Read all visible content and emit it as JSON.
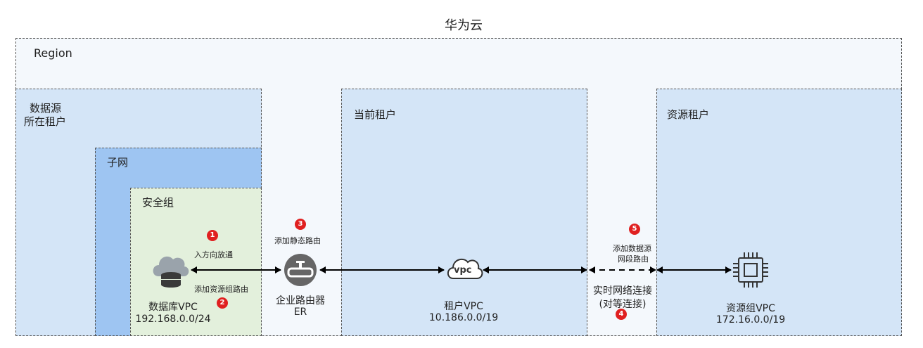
{
  "title": "华为云",
  "region": {
    "label": "Region"
  },
  "datasource_tenant": {
    "label_line1": "数据源",
    "label_line2": "所在租户"
  },
  "subnet": {
    "label": "子网"
  },
  "security_group": {
    "label": "安全组"
  },
  "current_tenant": {
    "label": "当前租户"
  },
  "resource_tenant": {
    "label": "资源租户"
  },
  "db_vpc": {
    "name": "数据库VPC",
    "cidr": "192.168.0.0/24"
  },
  "router": {
    "name": "企业路由器",
    "abbr": "ER"
  },
  "tenant_vpc": {
    "icon_text": "vpc",
    "name": "租户VPC",
    "cidr": "10.186.0.0/19"
  },
  "resource_vpc": {
    "name": "资源组VPC",
    "cidr": "172.16.0.0/19"
  },
  "peering": {
    "line1": "实时网络连接",
    "line2": "(对等连接)"
  },
  "steps": [
    {
      "num": "1",
      "text": "入方向放通"
    },
    {
      "num": "2",
      "text": "添加资源组路由"
    },
    {
      "num": "3",
      "text": "添加静态路由"
    },
    {
      "num": "4",
      "text": ""
    },
    {
      "num": "5",
      "text_line1": "添加数据源",
      "text_line2": "网段路由"
    }
  ],
  "colors": {
    "region_bg": "#f4f8fc",
    "tenant_bg": "#d4e5f7",
    "subnet_bg": "#9ec5f2",
    "security_bg": "#e3f0dc",
    "badge": "#e02020"
  }
}
